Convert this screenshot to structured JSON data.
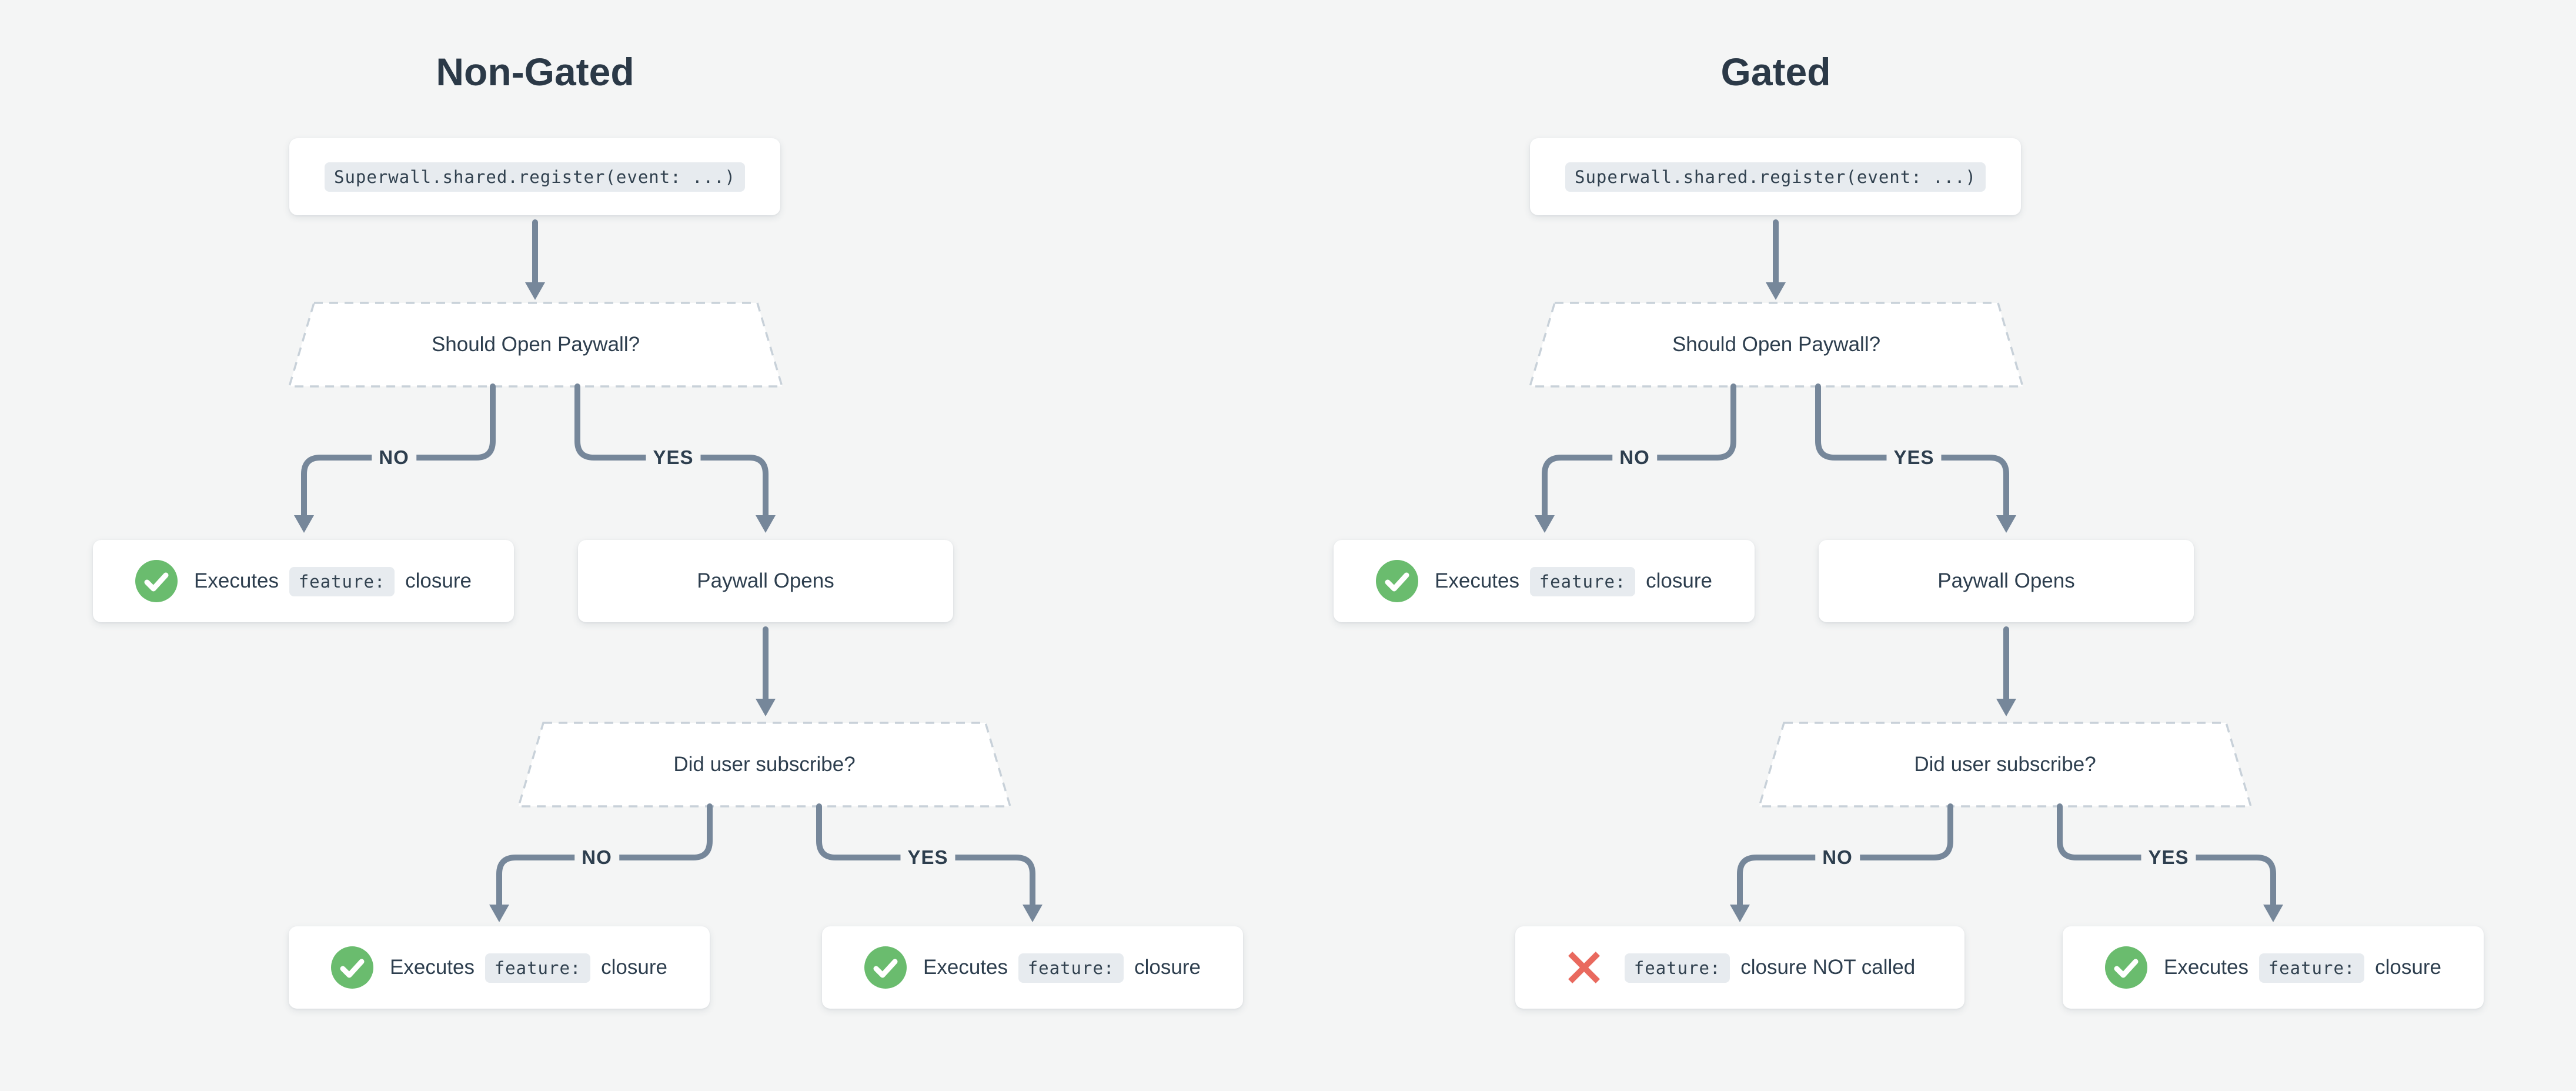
{
  "colors": {
    "background": "#f4f5f5",
    "card": "#ffffff",
    "text": "#2d3e4e",
    "wire": "#76879a",
    "dashed_border": "#c8d1d9",
    "code_chip_bg": "#e7ebef",
    "success_green": "#6abc6e",
    "error_red": "#e9695e"
  },
  "charts": [
    {
      "title": "Non-Gated",
      "register": {
        "code": "Superwall.shared.register(event: ...)"
      },
      "decision_paywall": {
        "label": "Should Open Paywall?",
        "no": "NO",
        "yes": "YES"
      },
      "paywall_no_result": {
        "icon": "check-circle-icon",
        "prefix": "Executes ",
        "code": "feature:",
        "suffix": " closure"
      },
      "paywall_opens": {
        "label": "Paywall Opens"
      },
      "decision_subscribe": {
        "label": "Did user subscribe?",
        "no": "NO",
        "yes": "YES"
      },
      "subscribe_no_result": {
        "icon": "check-circle-icon",
        "prefix": "Executes ",
        "code": "feature:",
        "suffix": " closure"
      },
      "subscribe_yes_result": {
        "icon": "check-circle-icon",
        "prefix": "Executes ",
        "code": "feature:",
        "suffix": " closure"
      }
    },
    {
      "title": "Gated",
      "register": {
        "code": "Superwall.shared.register(event: ...)"
      },
      "decision_paywall": {
        "label": "Should Open Paywall?",
        "no": "NO",
        "yes": "YES"
      },
      "paywall_no_result": {
        "icon": "check-circle-icon",
        "prefix": "Executes ",
        "code": "feature:",
        "suffix": " closure"
      },
      "paywall_opens": {
        "label": "Paywall Opens"
      },
      "decision_subscribe": {
        "label": "Did user subscribe?",
        "no": "NO",
        "yes": "YES"
      },
      "subscribe_no_result": {
        "icon": "cross-icon",
        "prefix": "",
        "code": "feature:",
        "suffix": " closure NOT called"
      },
      "subscribe_yes_result": {
        "icon": "check-circle-icon",
        "prefix": "Executes ",
        "code": "feature:",
        "suffix": " closure"
      }
    }
  ]
}
